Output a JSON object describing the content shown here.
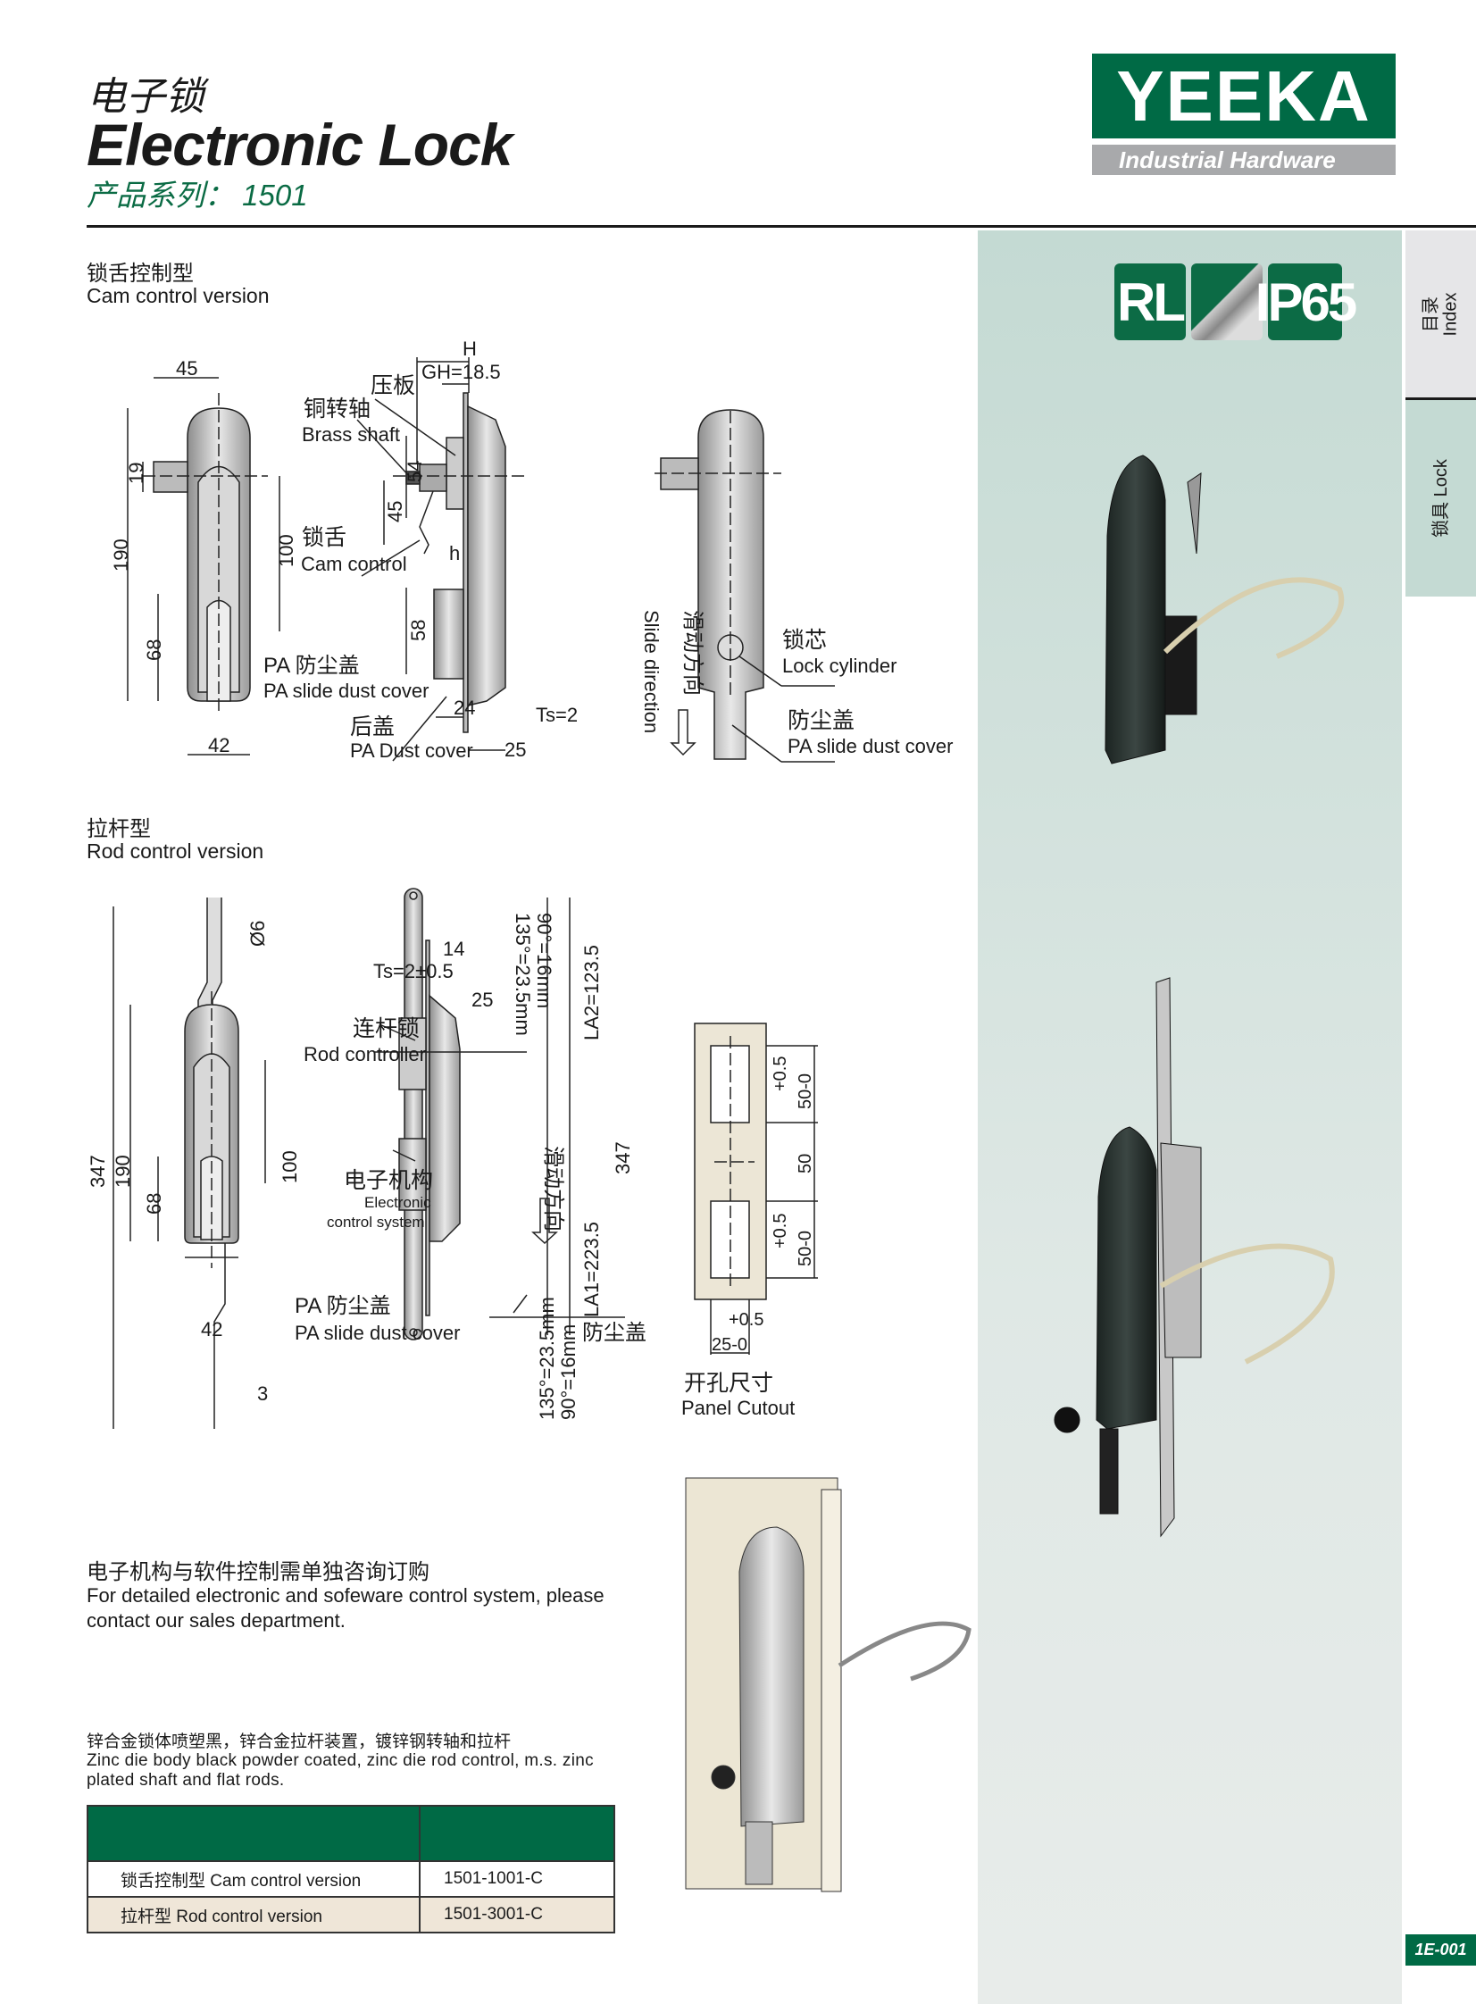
{
  "header": {
    "title_cn": "电子锁",
    "title_en": "Electronic Lock",
    "series": "产品系列： 1501"
  },
  "logo": {
    "brand": "YEEKA",
    "tagline": "Industrial Hardware"
  },
  "badges": {
    "rl": "RL",
    "ip": "IP65"
  },
  "side_tabs": {
    "index": "目录\nIndex",
    "index_cn": "目录",
    "index_en": "Index",
    "lock": "锁具 Lock"
  },
  "cam_section": {
    "title_cn": "锁舌控制型",
    "title_en": "Cam control version",
    "labels": {
      "press_plate": "压板",
      "brass_shaft_cn": "铜转轴",
      "brass_shaft_en": "Brass shaft",
      "cam_cn": "锁舌",
      "cam_en": "Cam control",
      "slide_cover_cn": "PA 防尘盖",
      "slide_cover_en": "PA slide dust cover",
      "back_cover_cn": "后盖",
      "back_cover_en": "PA Dust cover",
      "cylinder_cn": "锁芯",
      "cylinder_en": "Lock cylinder",
      "dust_cn": "防尘盖",
      "dust_en": "PA slide dust cover",
      "slide_dir_cn": "滑动方向",
      "slide_dir_en": "Slide direction"
    },
    "dims": {
      "w45": "45",
      "h19": "19",
      "h190": "190",
      "h100": "100",
      "h68": "68",
      "w42": "42",
      "H": "H",
      "GH": "GH=18.5",
      "d54": "54",
      "d45": "45",
      "h": "h",
      "d58": "58",
      "d24": "24",
      "ts": "Ts=2",
      "d25": "25"
    }
  },
  "rod_section": {
    "title_cn": "拉杆型",
    "title_en": "Rod control version",
    "labels": {
      "rod_ctrl_cn": "连杆锁",
      "rod_ctrl_en": "Rod controller",
      "elec_cn": "电子机构",
      "elec_en1": "Electronic",
      "elec_en2": "control system",
      "slide_cover_cn": "PA 防尘盖",
      "slide_cover_en": "PA slide dust cover",
      "slide_dir_cn": "滑动方向",
      "dust_cn": "防尘盖"
    },
    "dims": {
      "phi6": "Ø6",
      "d347": "347",
      "d190": "190",
      "d100": "100",
      "d68": "68",
      "d42": "42",
      "d3": "3",
      "ts": "Ts=2±0.5",
      "d14": "14",
      "d25": "25",
      "top90": "90°=16mm",
      "top135": "135°=23.5mm",
      "la2": "LA2=123.5",
      "r347": "347",
      "la1": "LA1=223.5",
      "bot135": "135°=23.5mm",
      "bot90": "90°=16mm"
    }
  },
  "cutout": {
    "title_cn": "开孔尺寸",
    "title_en": "Panel Cutout",
    "tol": "+0.5",
    "d50a": "50-0",
    "d50": "50",
    "d50b": "50-0",
    "d25": "25-0"
  },
  "note": {
    "cn": "电子机构与软件控制需单独咨询订购",
    "en": "For detailed electronic and sofeware control system, please contact our sales department."
  },
  "material": {
    "cn": "锌合金锁体喷塑黑，锌合金拉杆装置，镀锌钢转轴和拉杆",
    "en": "Zinc die body black powder coated, zinc die rod control, m.s. zinc plated shaft and flat rods."
  },
  "table": {
    "rows": [
      {
        "name": "锁舌控制型 Cam control version",
        "code": "1501-1001-C"
      },
      {
        "name": "拉杆型 Rod control version",
        "code": "1501-3001-C"
      }
    ]
  },
  "page_number": "1E-001",
  "colors": {
    "brand_green": "#006a45",
    "panel_teal": "#c4dad3",
    "logo_gray": "#a8a9ab"
  }
}
